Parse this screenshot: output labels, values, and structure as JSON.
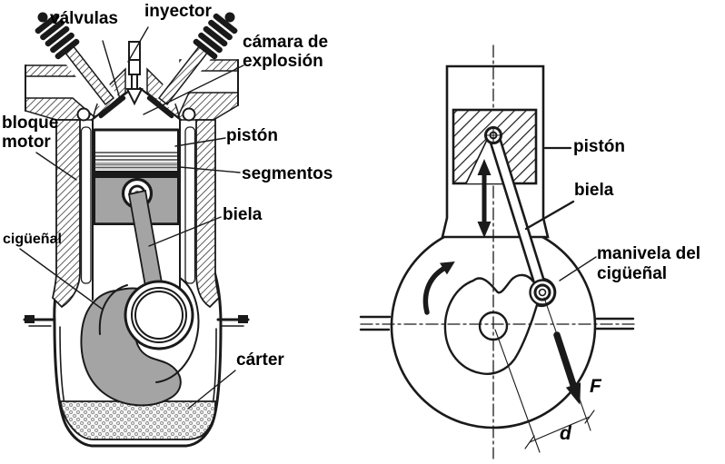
{
  "palette": {
    "background": "#ffffff",
    "ink": "#1a1a1a",
    "part_gray": "#a4a4a4",
    "ring_gray": "#c8c8c8"
  },
  "left_diagram": {
    "description": "engine cross-section",
    "labels": {
      "valvulas": "válvulas",
      "inyector": "inyector",
      "camara_1": "cámara de",
      "camara_2": "explosión",
      "bloque_1": "bloque",
      "bloque_2": "motor",
      "piston": "pistón",
      "segmentos": "segmentos",
      "biela": "biela",
      "ciguenal": "cigüeñal",
      "carter": "cárter"
    }
  },
  "right_diagram": {
    "description": "piston-crank mechanism",
    "labels": {
      "piston": "pistón",
      "biela": "biela",
      "manivela_1": "manivela del",
      "manivela_2": "cigüeñal",
      "force": "F",
      "distance": "d"
    }
  }
}
